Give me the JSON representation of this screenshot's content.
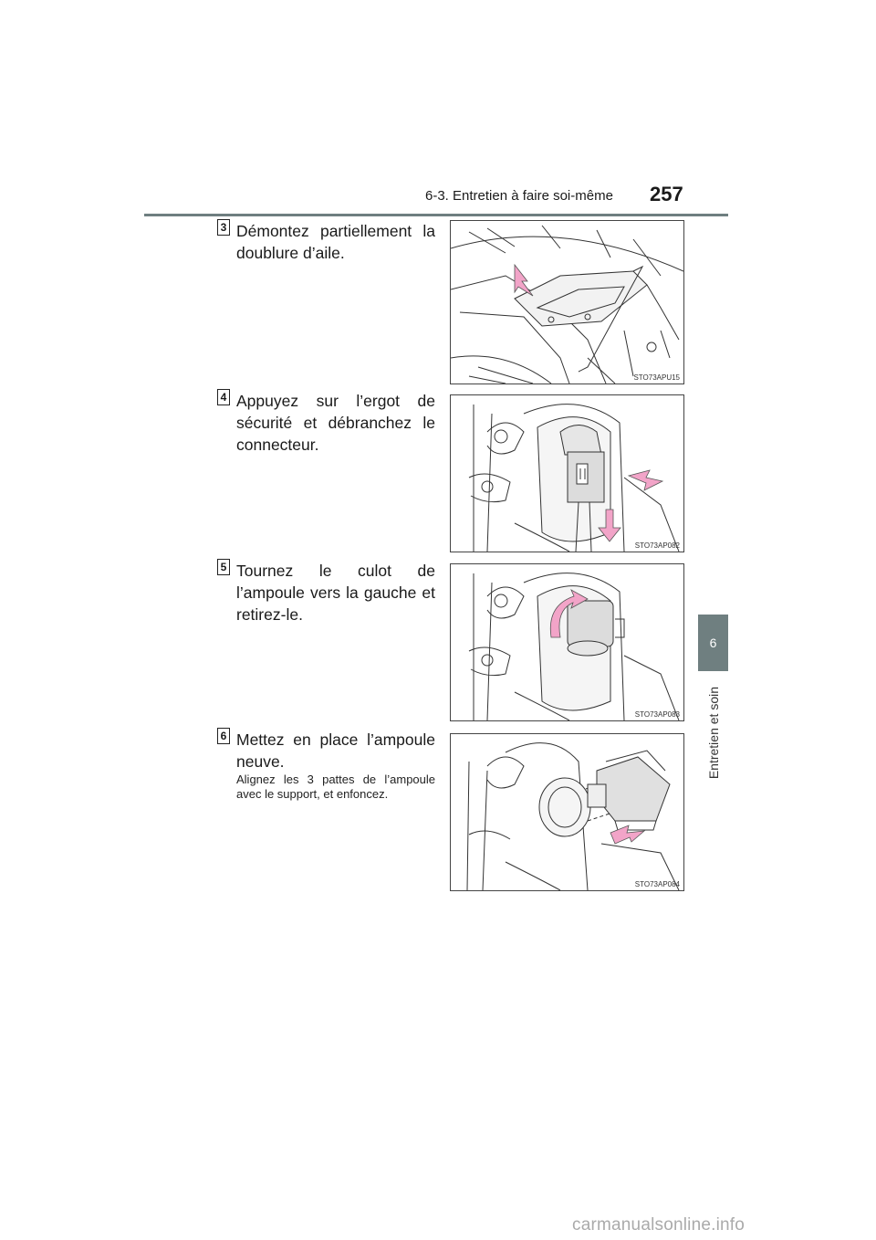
{
  "header": {
    "section_title": "6-3. Entretien à faire soi-même",
    "page_number": "257"
  },
  "side_tab": {
    "chapter_number": "6",
    "chapter_title": "Entretien et soin"
  },
  "steps": [
    {
      "number": "3",
      "text": "Démontez partiellement la doublure d’aile.",
      "figure_code": "STO73APU15"
    },
    {
      "number": "4",
      "text": "Appuyez sur l’ergot de sécurité et débranchez le connecteur.",
      "figure_code": "STO73AP082"
    },
    {
      "number": "5",
      "text": "Tournez le culot de l’ampoule vers la gauche et retirez-le.",
      "figure_code": "STO73AP083"
    },
    {
      "number": "6",
      "text": "Mettez en place l’ampoule neuve.",
      "subtext": "Alignez les 3 pattes de l’ampoule avec le support, et enfoncez.",
      "figure_code": "STO73AP084"
    }
  ],
  "colors": {
    "accent_gray": "#6f7f80",
    "arrow_pink": "#f2a4c8"
  },
  "watermark": "carmanualsonline.info"
}
